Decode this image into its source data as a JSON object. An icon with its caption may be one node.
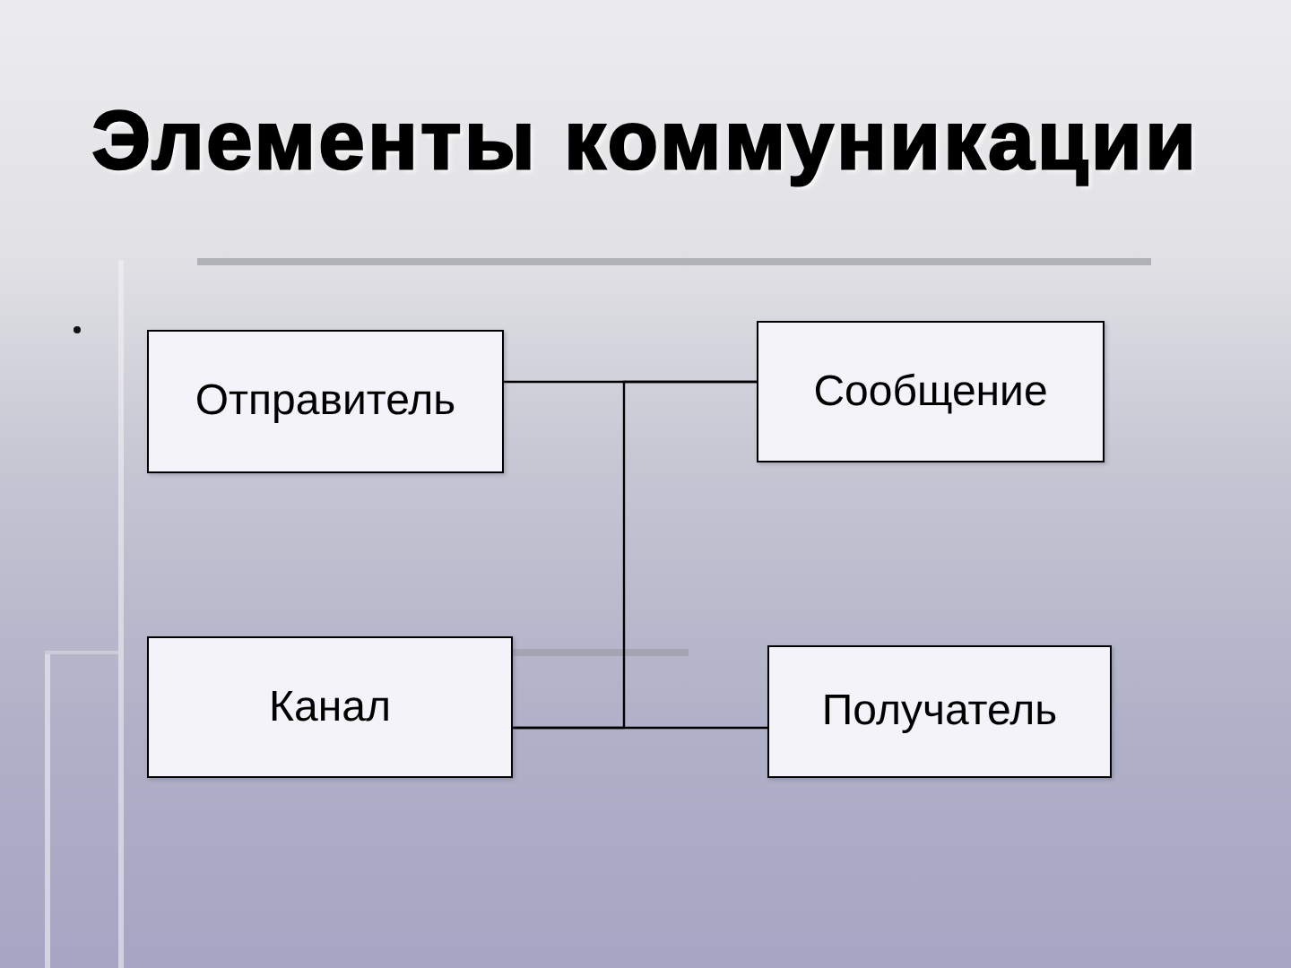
{
  "diagram": {
    "title": "Элементы коммуникации",
    "nodes": [
      {
        "text": [
          "Отправитель"
        ]
      },
      {
        "text": [
          "Сообщение"
        ]
      },
      {
        "text": [
          "Канал"
        ]
      },
      {
        "text": [
          "Получатель"
        ]
      }
    ],
    "edges": [
      {
        "from": 0,
        "to": 1,
        "arrow": "none"
      },
      {
        "from": 1,
        "to": 2,
        "arrow": "none"
      },
      {
        "from": 2,
        "to": 3,
        "arrow": "none"
      }
    ]
  }
}
